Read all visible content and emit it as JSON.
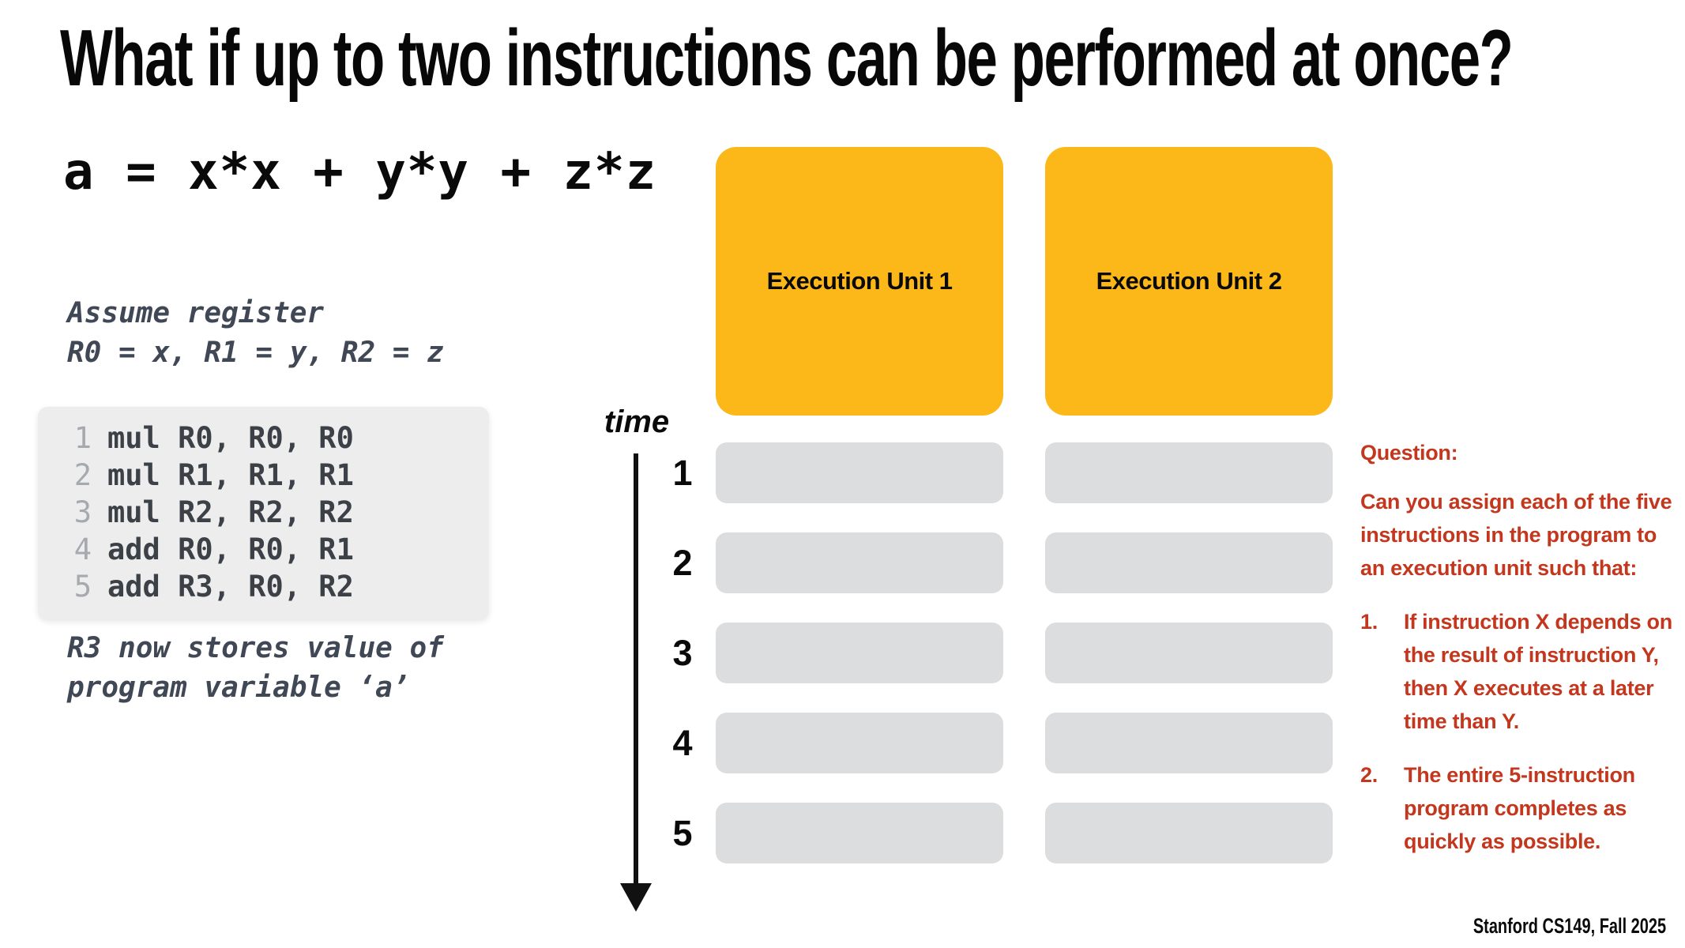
{
  "slide": {
    "title": "What if up to two instructions can be performed at once?",
    "expression": "a = x*x + y*y + z*z",
    "register_note": {
      "line1": "Assume register",
      "line2": "R0 = x, R1 = y, R2 = z"
    },
    "program": {
      "lines": [
        {
          "num": "1",
          "code": "mul R0, R0, R0"
        },
        {
          "num": "2",
          "code": "mul R1, R1, R1"
        },
        {
          "num": "3",
          "code": "mul R2, R2, R2"
        },
        {
          "num": "4",
          "code": "add R0, R0, R1"
        },
        {
          "num": "5",
          "code": "add R3, R0, R2"
        }
      ]
    },
    "result_note": {
      "line1": "R3 now stores value of",
      "line2": "program variable ‘a’"
    },
    "execution_units": [
      {
        "label": "Execution Unit 1"
      },
      {
        "label": "Execution Unit 2"
      }
    ],
    "time_label": "time",
    "time_steps": [
      "1",
      "2",
      "3",
      "4",
      "5"
    ],
    "question": {
      "heading": "Question:",
      "intro_lines": [
        "Can you assign each of the five",
        "instructions in the program to",
        "an execution unit such that:"
      ],
      "items": [
        {
          "num": "1.",
          "lines": [
            "If instruction X depends on",
            "the result of instruction Y,",
            "then X executes at a later",
            "time than Y."
          ]
        },
        {
          "num": "2.",
          "lines": [
            "The entire 5-instruction",
            "program completes as",
            "quickly as possible."
          ]
        }
      ]
    },
    "footer": "Stanford CS149, Fall 2025",
    "colors": {
      "accent_orange": "#fcb819",
      "slot_gray": "#dbddde",
      "code_box_bg": "#ededee",
      "code_text": "#3c4148",
      "line_number_gray": "#a6a9ad",
      "note_text": "#414855",
      "question_red": "#c2371d",
      "text_black": "#0a0a0a",
      "background": "#ffffff"
    }
  }
}
